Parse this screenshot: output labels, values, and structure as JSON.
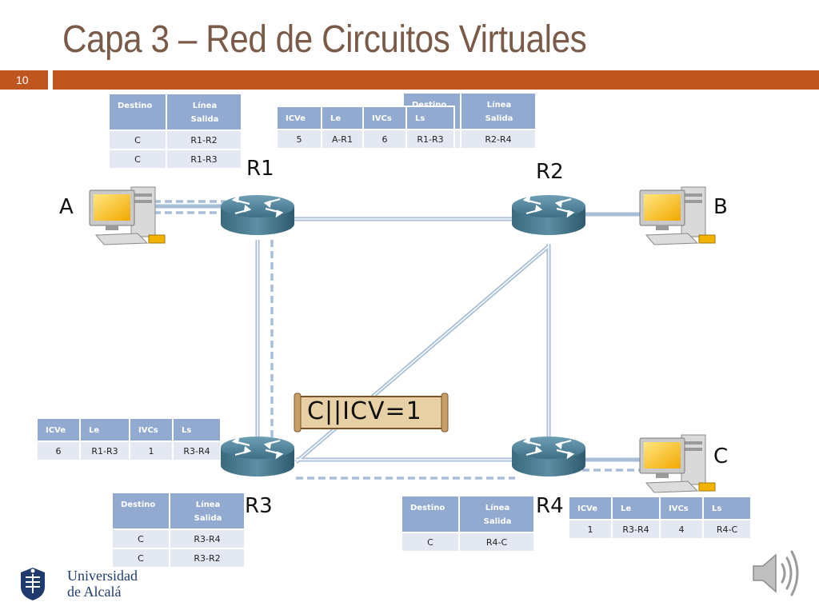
{
  "slide": {
    "title": "Capa 3 – Red de Circuitos Virtuales",
    "number": "10",
    "accent_color": "#c0561f",
    "title_color": "#7a5a48"
  },
  "nodes": {
    "r1": "R1",
    "r2": "R2",
    "r3": "R3",
    "r4": "R4",
    "host_a": "A",
    "host_b": "B",
    "host_c": "C"
  },
  "packet_label": "C||ICV=1",
  "routing_tables": {
    "r1": {
      "headers": [
        "Destino",
        "Línea\nSalida"
      ],
      "rows": [
        [
          "C",
          "R1-R2"
        ],
        [
          "C",
          "R1-R3"
        ]
      ]
    },
    "r2": {
      "headers": [
        "Destino",
        "Línea\nSalida"
      ],
      "rows": [
        [
          "",
          "R2-R4"
        ]
      ]
    },
    "r3": {
      "headers": [
        "Destino",
        "Línea\nSalida"
      ],
      "rows": [
        [
          "C",
          "R3-R4"
        ],
        [
          "C",
          "R3-R2"
        ]
      ]
    },
    "r4": {
      "headers": [
        "Destino",
        "Línea\nSalida"
      ],
      "rows": [
        [
          "C",
          "R4-C"
        ]
      ]
    }
  },
  "vc_tables": {
    "r1": {
      "headers": [
        "ICVe",
        "Le",
        "IVCs",
        "Ls"
      ],
      "rows": [
        [
          "5",
          "A-R1",
          "6",
          "R1-R3"
        ]
      ]
    },
    "r3": {
      "headers": [
        "ICVe",
        "Le",
        "IVCs",
        "Ls"
      ],
      "rows": [
        [
          "6",
          "R1-R3",
          "1",
          "R3-R4"
        ]
      ]
    },
    "r4": {
      "headers": [
        "ICVe",
        "Le",
        "IVCs",
        "Ls"
      ],
      "rows": [
        [
          "1",
          "R3-R4",
          "4",
          "R4-C"
        ]
      ]
    }
  },
  "logo": {
    "line1": "Universidad",
    "line2": "de Alcalá"
  },
  "icons": {
    "router": "router-icon",
    "computer": "computer-icon",
    "speaker": "speaker-icon"
  }
}
